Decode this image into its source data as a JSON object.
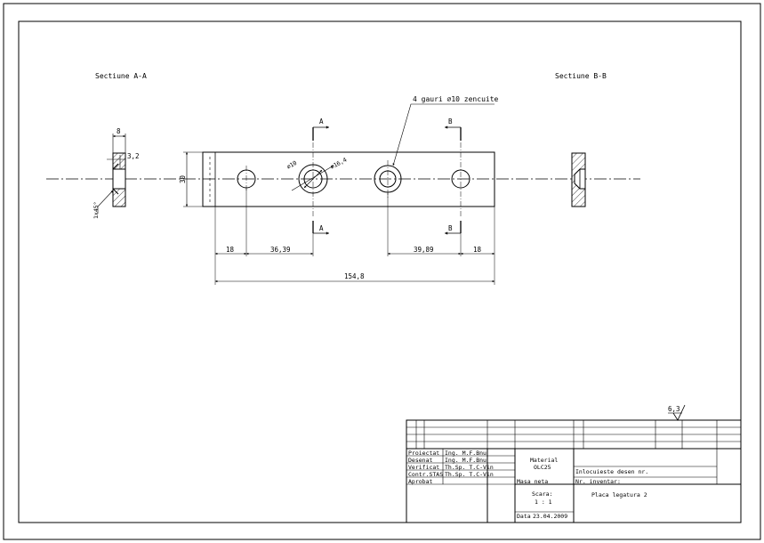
{
  "sheet": {
    "section_a_title": "Sectiune A-A",
    "section_b_title": "Sectiune B-B"
  },
  "section_a": {
    "dim_width": "8",
    "dim_chamfer_depth": "3,2",
    "chamfer_note": "1x45°"
  },
  "front_view": {
    "hole_note": "4 gauri ∅10 zencuite",
    "cut_a_label": "A",
    "cut_b_label": "B",
    "dim_height": "30",
    "dim_hole_dia": "∅10",
    "dim_csk_dia": "∅16,4",
    "dim_left_edge": "18",
    "dim_left_pitch": "36,39",
    "dim_right_pitch": "39,89",
    "dim_right_edge": "18",
    "dim_overall": "154,8"
  },
  "title_block": {
    "roles": [
      "Proiectat",
      "Desenat",
      "Verificat",
      "Contr.STAS",
      "Aprobat"
    ],
    "names": [
      "Ing. M.F.Bnu",
      "Ing. M.F.Bnu",
      "Th.Sp. T.C-Vin",
      "Th.Sp. T.C-Vin",
      ""
    ],
    "material_label": "Material",
    "material_value": "OLC25",
    "replaces_label": "Inlocuieste desen nr.",
    "inventory_label": "Nr. inventar:",
    "mass_label": "Masa neta",
    "scale_label": "Scara:",
    "scale_value": "1 : 1",
    "part_name": "Placa legatura 2",
    "date_label": "Data",
    "date_value": "23.04.2009",
    "roughness": "6,3"
  }
}
